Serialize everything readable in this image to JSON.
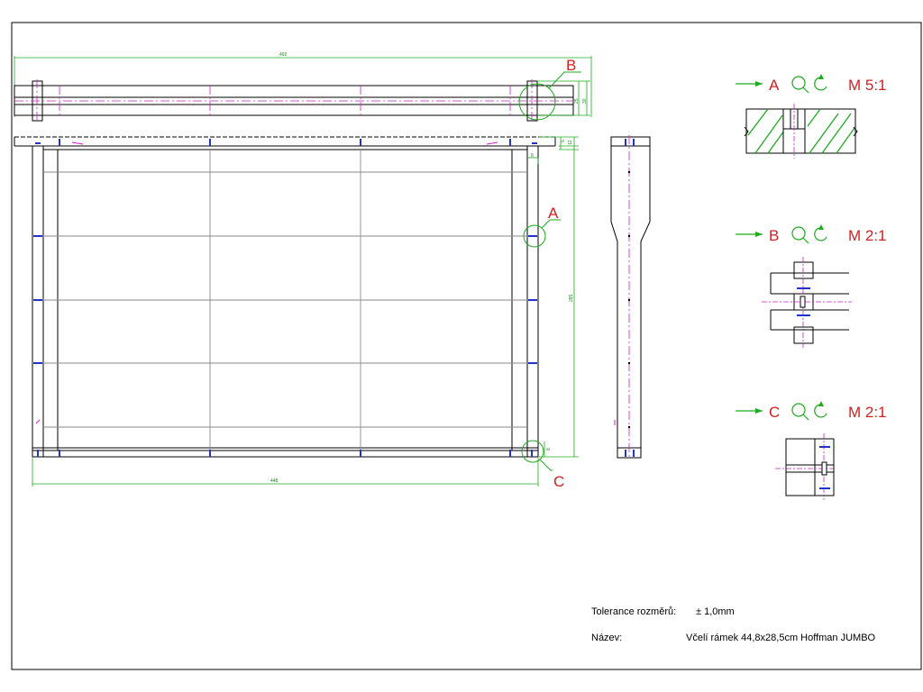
{
  "colors": {
    "outline": "#000000",
    "grid": "#8a8a8a",
    "dimension": "#1faa1f",
    "center": "#cc1fcc",
    "detail_label": "#d42020",
    "nail": "#2233cc"
  },
  "dimensions": {
    "top_length": "492",
    "bottom_length": "448",
    "height": "285",
    "top_h1": "25",
    "top_h2": "30",
    "small_1": "5",
    "small_2": "12",
    "small_3": "8",
    "small_4": "8"
  },
  "callouts": {
    "a": "A",
    "b": "B",
    "c": "C"
  },
  "details": [
    {
      "letter": "A",
      "scale": "M 5:1"
    },
    {
      "letter": "B",
      "scale": "M 2:1"
    },
    {
      "letter": "C",
      "scale": "M 2:1"
    }
  ],
  "title_block": {
    "tolerance_label": "Tolerance rozměrů:",
    "tolerance_value": "± 1,0mm",
    "name_label": "Název:",
    "name_value": "Včelí rámek 44,8x28,5cm Hoffman JUMBO"
  }
}
